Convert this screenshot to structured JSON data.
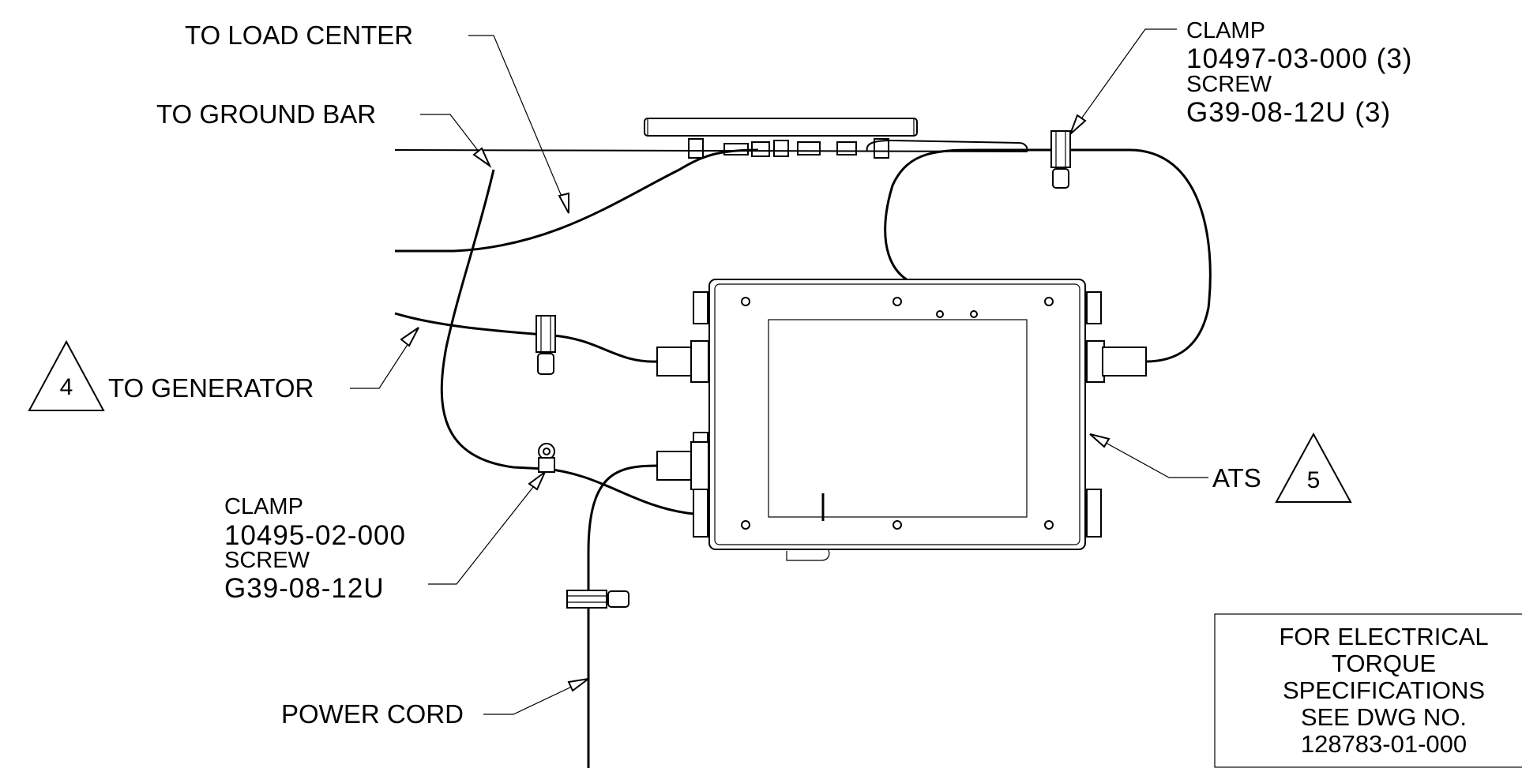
{
  "labels": {
    "to_load_center": "TO LOAD CENTER",
    "to_ground_bar": "TO GROUND BAR",
    "to_generator": "TO GENERATOR",
    "power_cord": "POWER CORD",
    "ats": "ATS"
  },
  "clamp_top": {
    "clamp_label": "CLAMP",
    "clamp_part": "10497-03-000 (3)",
    "screw_label": "SCREW",
    "screw_part": "G39-08-12U (3)"
  },
  "clamp_left": {
    "clamp_label": "CLAMP",
    "clamp_part": "10495-02-000",
    "screw_label": "SCREW",
    "screw_part": "G39-08-12U"
  },
  "flags": {
    "generator_note": "4",
    "ats_note": "5"
  },
  "torque_note": {
    "line1": "FOR ELECTRICAL",
    "line2": "TORQUE",
    "line3": "SPECIFICATIONS",
    "line4": "SEE DWG NO.",
    "line5": "128783-01-000"
  }
}
